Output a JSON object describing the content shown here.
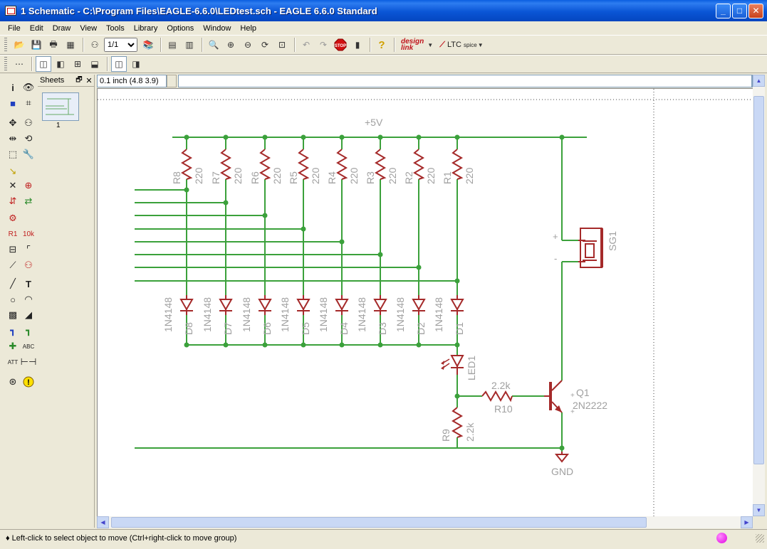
{
  "window": {
    "title": "1 Schematic - C:\\Program Files\\EAGLE-6.6.0\\LEDtest.sch - EAGLE 6.6.0 Standard"
  },
  "menu": [
    "File",
    "Edit",
    "Draw",
    "View",
    "Tools",
    "Library",
    "Options",
    "Window",
    "Help"
  ],
  "toolbar": {
    "sheet_select": "1/1",
    "designlink_label": "design\nlink",
    "ltc_label": "LTC",
    "ltc_sub": "spice"
  },
  "sheets_panel": {
    "label": "Sheets",
    "sheet_number": "1"
  },
  "coordinates": "0.1 inch (4.8 3.9)",
  "command_line": "",
  "schematic": {
    "supply_label": "+5V",
    "ground_label": "GND",
    "resistors": [
      {
        "name": "R8",
        "value": "220"
      },
      {
        "name": "R7",
        "value": "220"
      },
      {
        "name": "R6",
        "value": "220"
      },
      {
        "name": "R5",
        "value": "220"
      },
      {
        "name": "R4",
        "value": "220"
      },
      {
        "name": "R3",
        "value": "220"
      },
      {
        "name": "R2",
        "value": "220"
      },
      {
        "name": "R1",
        "value": "220"
      }
    ],
    "diodes": [
      {
        "name": "D8",
        "value": "1N4148"
      },
      {
        "name": "D7",
        "value": "1N4148"
      },
      {
        "name": "D6",
        "value": "1N4148"
      },
      {
        "name": "D5",
        "value": "1N4148"
      },
      {
        "name": "D4",
        "value": "1N4148"
      },
      {
        "name": "D3",
        "value": "1N4148"
      },
      {
        "name": "D2",
        "value": "1N4148"
      },
      {
        "name": "D1",
        "value": "1N4148"
      }
    ],
    "led": {
      "name": "LED1"
    },
    "r10": {
      "name": "R10",
      "value": "2.2k"
    },
    "r9": {
      "name": "R9",
      "value": "2.2k"
    },
    "transistor": {
      "name": "Q1",
      "value": "2N2222"
    },
    "buzzer": {
      "name": "SG1",
      "plus": "+",
      "minus": "-"
    }
  },
  "status": {
    "message": "♦ Left-click to select object to move (Ctrl+right-click to move group)"
  },
  "colors": {
    "net": "#3ba13b",
    "part": "#a52a2a",
    "text": "#a0a0a0"
  }
}
